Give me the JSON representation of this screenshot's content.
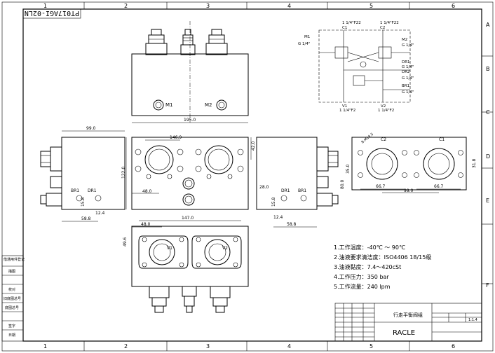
{
  "drawing_no": "PT017AGI-02LN",
  "grid": {
    "cols": [
      "1",
      "2",
      "3",
      "4",
      "5",
      "6"
    ],
    "rows": [
      "A",
      "B",
      "C",
      "D",
      "E",
      "F"
    ]
  },
  "schematic": {
    "c1": "C1",
    "c1_port": "1 1/4\"F22",
    "c2": "C2",
    "c2_port": "1 1/4\"F22",
    "m1": "M1",
    "m1_port": "G 1/4\"",
    "m2": "M2",
    "m2_port": "G 1/4\"",
    "dr1": "DR1",
    "dr1_port": "G 1/4\"",
    "dr2": "DR2",
    "dr2_port": "G 1/4\"",
    "br1": "BR1",
    "br1_port": "G 1/4\"",
    "v1": "V1",
    "v1_port": "1 1/4\"F2",
    "v2": "V2",
    "v2_port": "1 1/4\"F2"
  },
  "views": {
    "top_m1": "M1",
    "top_m2": "M2",
    "front_dims": [
      "195.0",
      "146.9",
      "42.0",
      "122.0",
      "48.0"
    ],
    "left_dims": [
      "99.0",
      "15.8",
      "12.4",
      "58.8"
    ],
    "left_labels": [
      "BR1",
      "DR1"
    ],
    "right_dims": [
      "28.0",
      "15.8",
      "12.4",
      "58.8"
    ],
    "right_labels": [
      "DR1",
      "BR1"
    ],
    "side_dims": [
      "35.0",
      "31.8",
      "66.7",
      "99.0",
      "66.7",
      "80.0",
      "8-M14.5"
    ],
    "side_labels": [
      "C2",
      "C1"
    ],
    "bottom_dims": [
      "48.0",
      "147.0",
      "49.6"
    ],
    "bottom_labels": [
      "V1",
      "V2"
    ]
  },
  "notes": [
    "1.工作温度：-40℃ ～ 90℃",
    "2.油液要求清洁度：ISO4406 18/15级",
    "3.油液黏度：7.4～420cSt",
    "4.工作压力：350 bar",
    "5.工作流量：240 lpm"
  ],
  "title_block": {
    "title": "行走平衡阀组",
    "company": "RACLE",
    "scale": "1:1.4"
  },
  "left_strip": [
    "借通用件登记",
    "描图",
    "校对",
    "旧底图总号",
    "底图总号",
    "签字",
    "日期"
  ]
}
